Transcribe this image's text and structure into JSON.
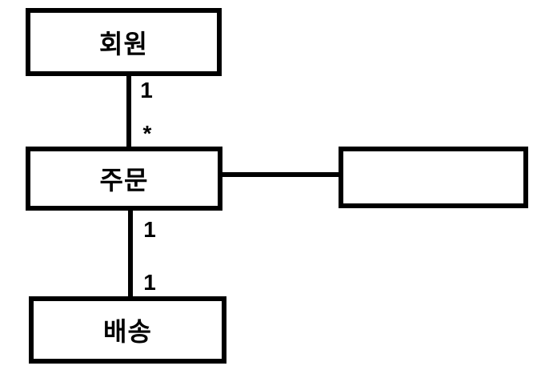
{
  "diagram": {
    "background_color": "#ffffff",
    "line_color": "#000000",
    "nodes": [
      {
        "id": "member",
        "label": "회원"
      },
      {
        "id": "order",
        "label": "주문"
      },
      {
        "id": "empty",
        "label": ""
      },
      {
        "id": "delivery",
        "label": "배송"
      }
    ],
    "edges": [
      {
        "from": "member",
        "to": "order",
        "from_label": "1",
        "to_label": "*"
      },
      {
        "from": "order",
        "to": "delivery",
        "from_label": "1",
        "to_label": "1"
      },
      {
        "from": "order",
        "to": "empty",
        "from_label": "",
        "to_label": ""
      }
    ]
  }
}
